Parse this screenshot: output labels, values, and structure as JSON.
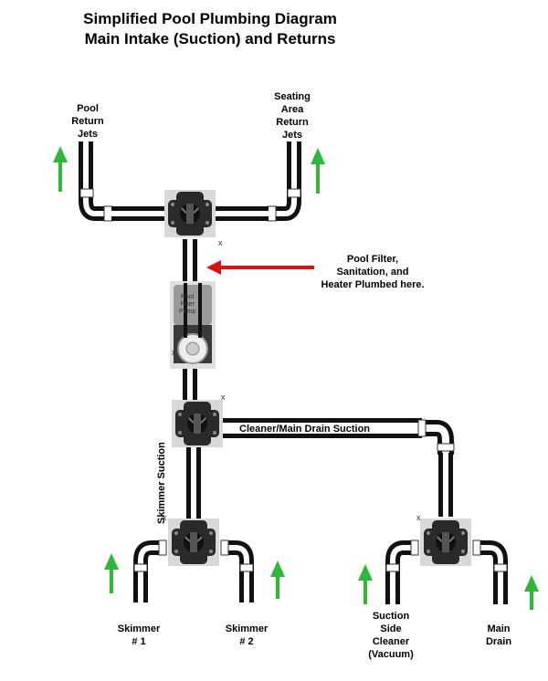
{
  "title": {
    "line1": "Simplified Pool Plumbing Diagram",
    "line2": "Main Intake (Suction) and Returns"
  },
  "labels": {
    "pool_return_jets": [
      "Pool",
      "Return",
      "Jets"
    ],
    "seating_area_return_jets": [
      "Seating",
      "Area",
      "Return",
      "Jets"
    ],
    "filter_note": [
      "Pool Filter,",
      "Sanitation, and",
      "Heater Plumbed here."
    ],
    "pump_text": [
      "Pool",
      "Filter",
      "Pump"
    ],
    "cleaner_suction": "Cleaner/Main Drain Suction",
    "skimmer_suction": "Skimmer Suction",
    "skimmer_1": [
      "Skimmer",
      "# 1"
    ],
    "skimmer_2": [
      "Skimmer",
      "# 2"
    ],
    "suction_side_cleaner": [
      "Suction",
      "Side",
      "Cleaner",
      "(Vacuum)"
    ],
    "main_drain": [
      "Main",
      "Drain"
    ]
  },
  "colors": {
    "flow_arrow": "#2db83a",
    "pointer_arrow": "#e01010",
    "pipe": "#111111",
    "valve": "#2a2a2a"
  },
  "icons": {
    "flow": "up-arrow-icon",
    "pointer": "left-arrow-icon",
    "valve": "three-way-valve-icon",
    "pump": "pump-icon"
  }
}
